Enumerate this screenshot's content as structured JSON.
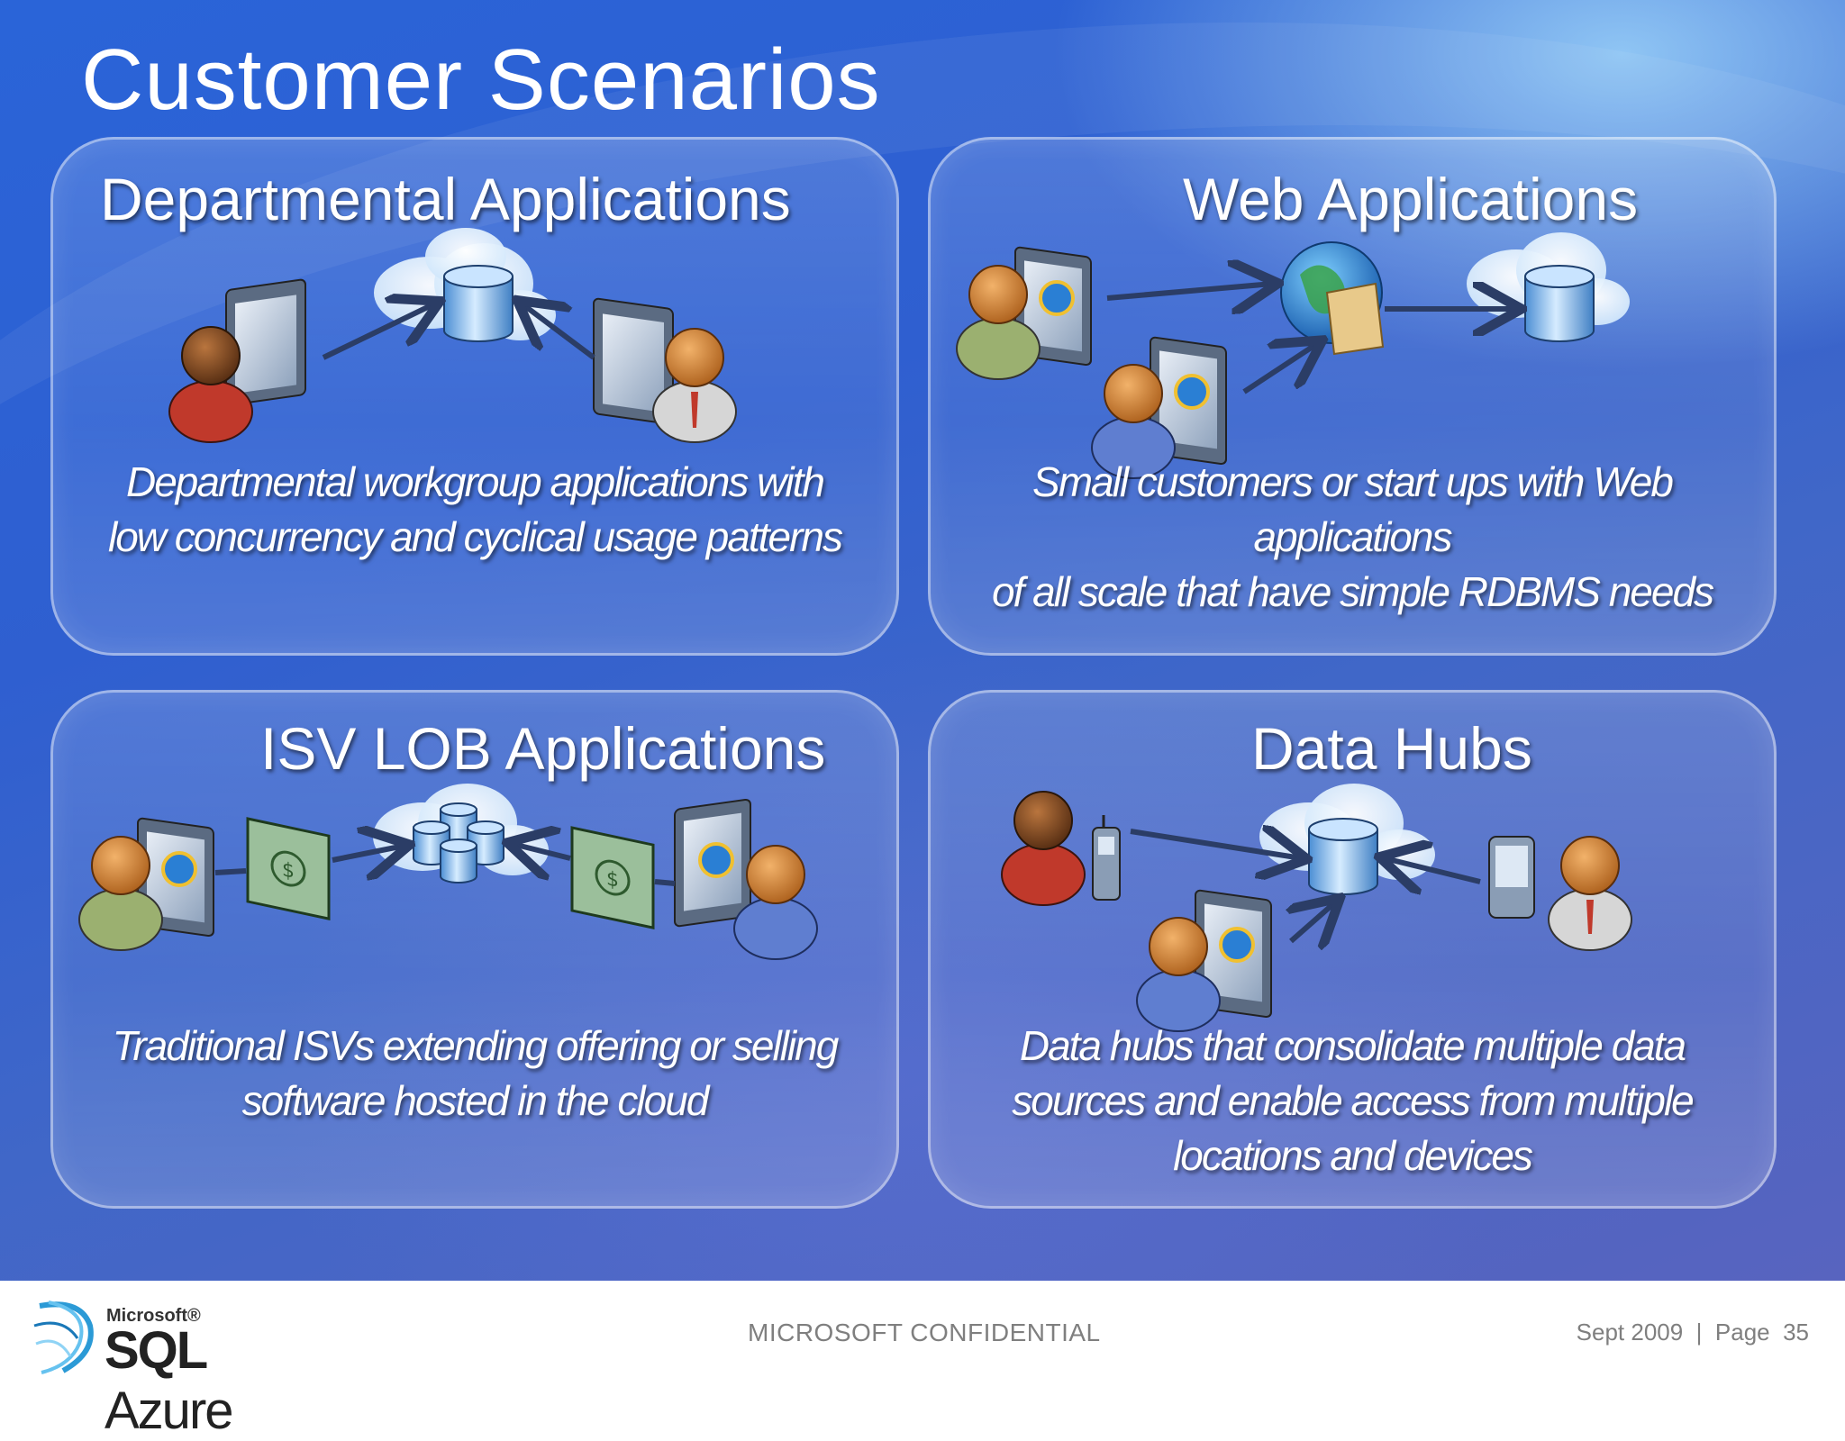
{
  "slide": {
    "title": "Customer Scenarios"
  },
  "panels": [
    {
      "title": "Departmental Applications",
      "description_lines": [
        "Departmental workgroup applications with",
        "low concurrency and cyclical usage patterns"
      ]
    },
    {
      "title": "Web Applications",
      "description_lines": [
        "Small customers or start ups with Web",
        "applications",
        "of all scale that have simple RDBMS needs"
      ]
    },
    {
      "title": "ISV LOB Applications",
      "description_lines": [
        "Traditional ISVs extending offering or selling",
        "software hosted in the cloud"
      ]
    },
    {
      "title": "Data Hubs",
      "description_lines": [
        "Data hubs that consolidate multiple data",
        "sources and enable access from multiple",
        "locations and devices"
      ]
    }
  ],
  "footer": {
    "logo_brand": "Microsoft®",
    "logo_product_sql": "SQL",
    "logo_product_azure": "Azure",
    "confidential": "MICROSOFT CONFIDENTIAL",
    "date": "Sept 2009",
    "separator": "|",
    "page_label": "Page",
    "page_number": "35"
  },
  "colors": {
    "background": "#2f5fd0",
    "arrow": "#2b3d66",
    "footer_text": "#7f7f7f"
  }
}
